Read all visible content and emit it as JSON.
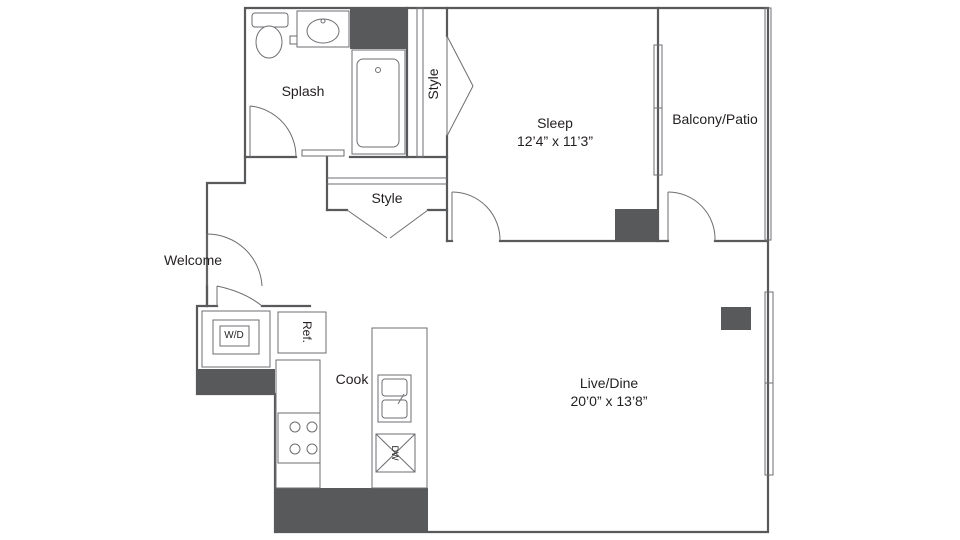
{
  "rooms": {
    "splash": "Splash",
    "style_closet_vertical": "Style",
    "style_closet_hall": "Style",
    "sleep_name": "Sleep",
    "sleep_size": "12’4” x 11’3”",
    "balcony": "Balcony/Patio",
    "welcome": "Welcome",
    "cook": "Cook",
    "live_name": "Live/Dine",
    "live_size": "20’0” x 13’8”"
  },
  "appliances": {
    "washer_dryer": "W/D",
    "refrigerator": "Ref.",
    "dishwasher": "DW"
  }
}
